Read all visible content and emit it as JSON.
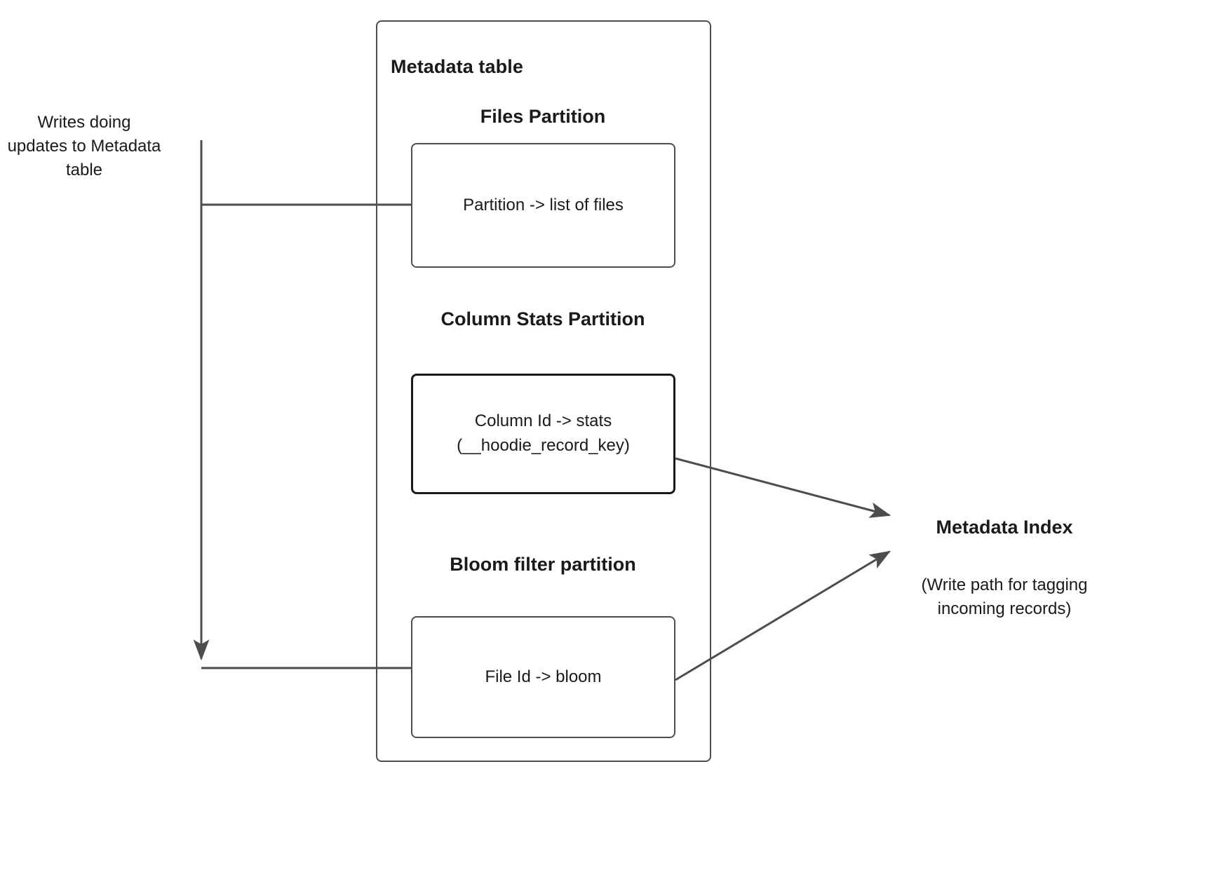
{
  "diagram": {
    "title_visible": false,
    "container": {
      "label": "Metadata table",
      "name": "metadata-table"
    },
    "sections": [
      {
        "heading": "Files Partition",
        "box_text": "Partition -> list of files",
        "emphasis": false
      },
      {
        "heading": "Column Stats Partition",
        "box_line1": "Column Id  -> stats",
        "box_line2": "(__hoodie_record_key)",
        "emphasis": true
      },
      {
        "heading": "Bloom filter partition",
        "box_text": "File Id -> bloom",
        "emphasis": false
      }
    ],
    "left_note": "Writes doing updates to Metadata table",
    "right_node": {
      "label": "Metadata Index",
      "caption": "(Write path for tagging incoming records)"
    },
    "colors": {
      "stroke": "#4d4d4d",
      "stroke_strong": "#1a1a1a",
      "text": "#1a1a1a",
      "background": "#ffffff"
    },
    "edges": [
      {
        "name": "writes-to-files-partition",
        "from": "writes-note",
        "to": "files-box",
        "style": "elbow"
      },
      {
        "name": "writes-to-bloom-partition",
        "from": "writes-note",
        "to": "bloom-box",
        "style": "elbow-with-arrowhead"
      },
      {
        "name": "column-stats-to-metadata-index",
        "from": "column-stats-box",
        "to": "metadata-index",
        "style": "arrow"
      },
      {
        "name": "bloom-to-metadata-index",
        "from": "bloom-box",
        "to": "metadata-index",
        "style": "arrow"
      }
    ]
  }
}
